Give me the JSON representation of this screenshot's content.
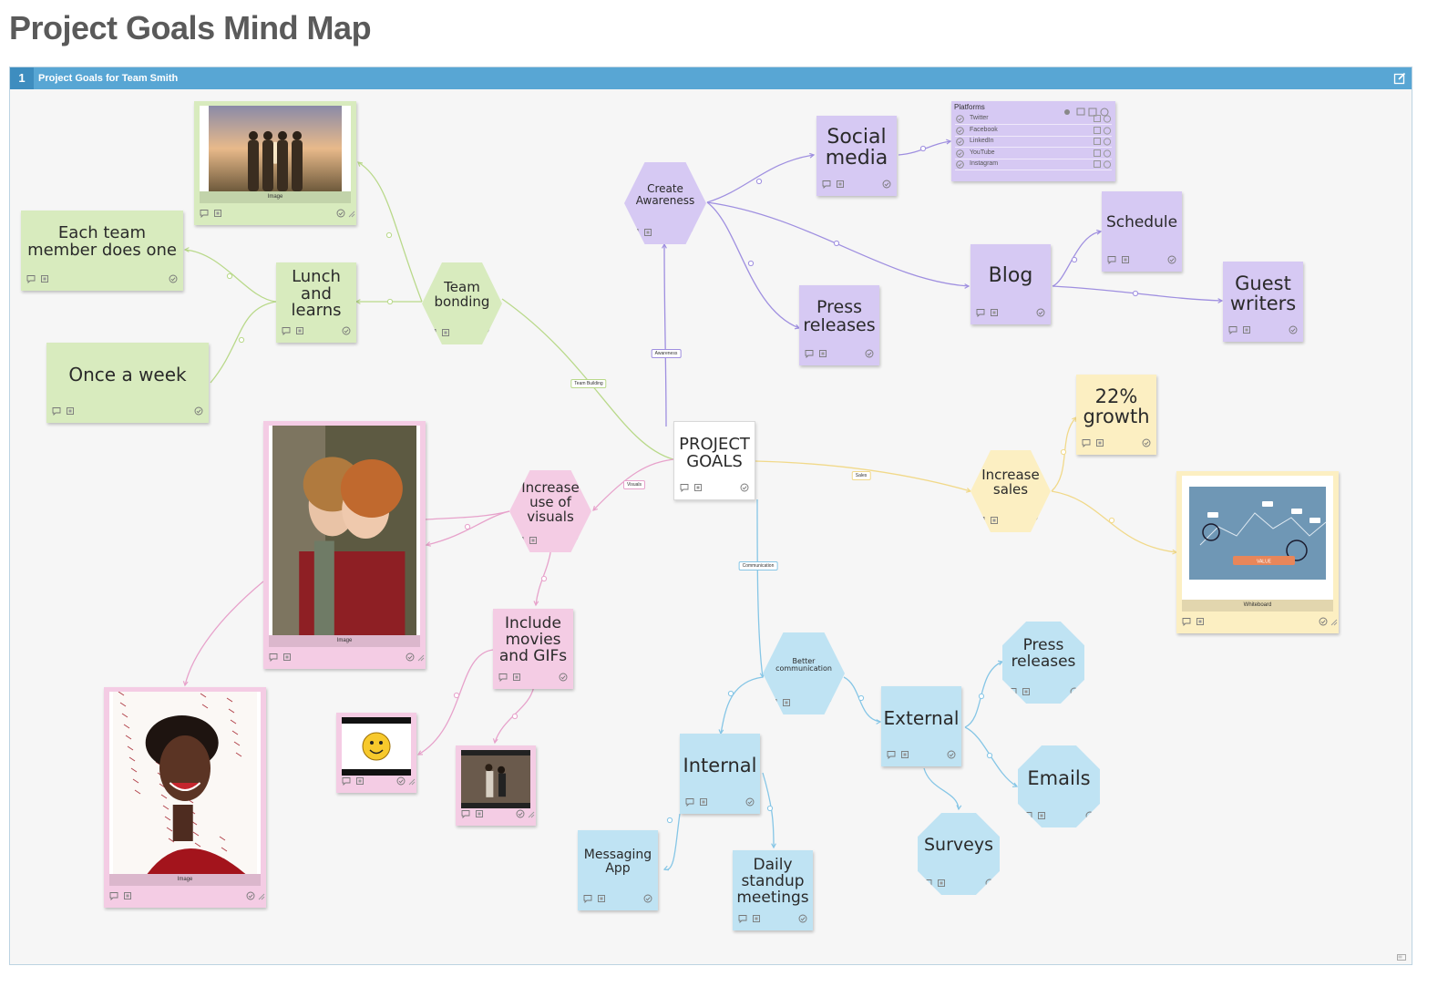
{
  "page": {
    "title": "Project Goals Mind Map"
  },
  "board": {
    "number": "1",
    "name": "Project Goals for Team Smith"
  },
  "colors": {
    "header": "#58a6d4",
    "green": "#d8ebbe",
    "purple": "#d6c9f3",
    "yellow": "#fcefc2",
    "pink": "#f4cce4",
    "blue": "#bfe3f3"
  },
  "nodes": {
    "center": "PROJECT\nGOALS",
    "team_bonding": "Team\nbonding",
    "lunch_and_learns": "Lunch\nand\nlearns",
    "each_team_member": "Each team\nmember does one",
    "once_a_week": "Once a week",
    "create_awareness": "Create\nAwareness",
    "social_media": "Social\nmedia",
    "press_releases_purple": "Press\nreleases",
    "blog": "Blog",
    "schedule": "Schedule",
    "guest_writers": "Guest\nwriters",
    "increase_sales": "Increase\nsales",
    "growth": "22%\ngrowth",
    "increase_visuals": "Increase\nuse of\nvisuals",
    "include_movies": "Include\nmovies\nand GIFs",
    "better_communication": "Better\ncommunication",
    "internal": "Internal",
    "external": "External",
    "messaging_app": "Messaging\nApp",
    "daily_standup": "Daily\nstandup\nmeetings",
    "press_releases_blue": "Press\nreleases",
    "emails": "Emails",
    "surveys": "Surveys"
  },
  "images": {
    "team_photo": "Image",
    "friends_photo": "Image",
    "portrait_photo": "Image",
    "whiteboard": "Whiteboard",
    "whiteboard_button": "VALUE"
  },
  "platforms": {
    "title": "Platforms",
    "items": [
      "Twitter",
      "Facebook",
      "LinkedIn",
      "YouTube",
      "Instagram"
    ]
  },
  "edge_labels": {
    "team_building": "Team Building",
    "awareness": "Awareness",
    "visuals": "Visuals",
    "sales": "Sales",
    "communication": "Communication"
  },
  "icons": [
    "comment-icon",
    "attachment-icon",
    "check-icon",
    "edit-icon",
    "cloud-icon",
    "resize-icon"
  ]
}
